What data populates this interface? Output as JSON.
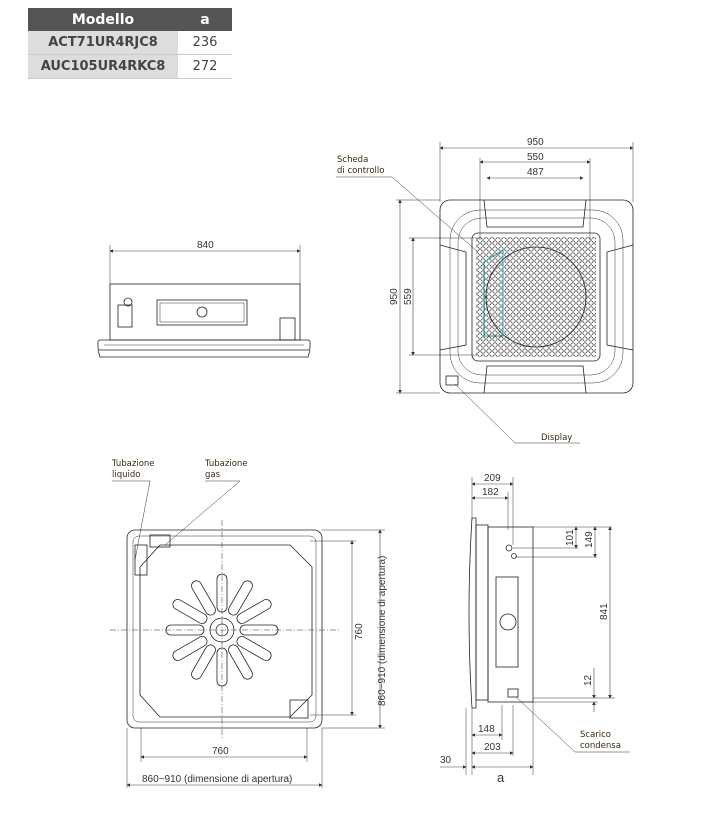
{
  "table": {
    "headers": [
      "Modello",
      "a"
    ],
    "rows": [
      {
        "model": "ACT71UR4RJC8",
        "a": "236"
      },
      {
        "model": "AUC105UR4RKC8",
        "a": "272"
      }
    ]
  },
  "side_view": {
    "width": "840"
  },
  "top_view": {
    "dims": {
      "outer_w": "950",
      "mid_w": "550",
      "inner_w": "487",
      "outer_h": "950",
      "inner_h": "559"
    },
    "labels": {
      "control_board_1": "Scheda",
      "control_board_2": "di controllo",
      "display": "Display"
    }
  },
  "bottom_view": {
    "dims": {
      "w": "760",
      "opening_w": "860~910 (dimensione di apertura)",
      "h": "760",
      "opening_h": "860~910 (dimensione di apertura)"
    },
    "labels": {
      "liquid_1": "Tubazione",
      "liquid_2": "liquido",
      "gas_1": "Tubazione",
      "gas_2": "gas"
    }
  },
  "section_view": {
    "dims": {
      "d209": "209",
      "d182": "182",
      "d101": "101",
      "d149": "149",
      "d841": "841",
      "d12": "12",
      "d148": "148",
      "d203": "203",
      "d30": "30",
      "a": "a"
    },
    "labels": {
      "drain_1": "Scarico",
      "drain_2": "condensa"
    }
  },
  "colors": {
    "table_header": "#555555",
    "table_model_bg": "#dddddd",
    "control_board_outline": "#1a9a9a"
  }
}
